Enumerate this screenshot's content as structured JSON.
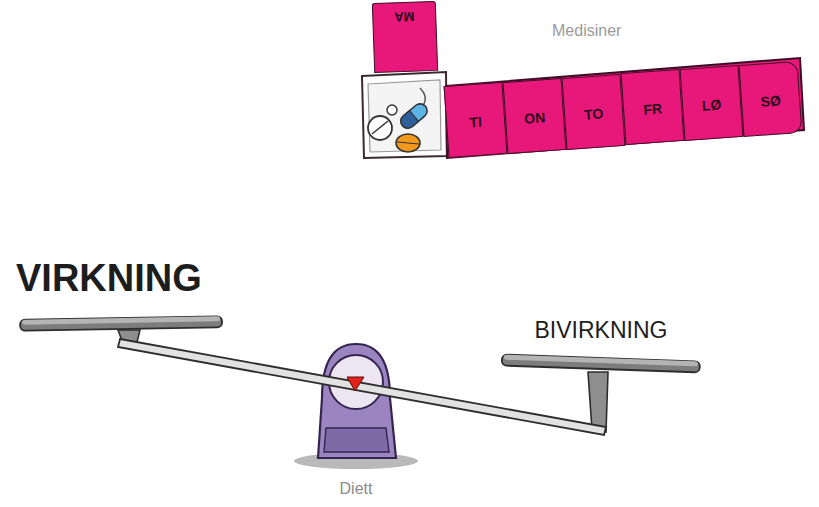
{
  "diagram": {
    "nodes": [
      {
        "text": [
          "MA"
        ]
      },
      {
        "text": [
          "TI"
        ]
      },
      {
        "text": [
          "ON"
        ]
      },
      {
        "text": [
          "TO"
        ]
      },
      {
        "text": [
          "FR"
        ]
      },
      {
        "text": [
          "LØ"
        ]
      },
      {
        "text": [
          "SØ"
        ]
      },
      {
        "text": [
          "VIRKNING"
        ]
      },
      {
        "text": [
          "BIVIRKNING"
        ]
      },
      {
        "text": [
          "Diett"
        ]
      }
    ],
    "labels": [
      "Medisiner"
    ]
  }
}
